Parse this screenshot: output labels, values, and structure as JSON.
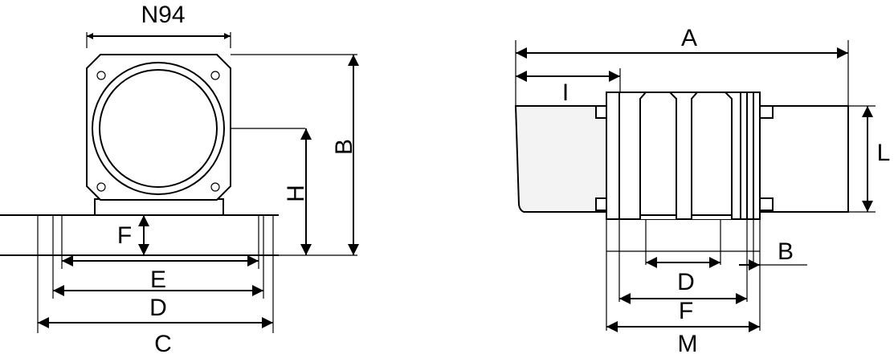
{
  "left_view": {
    "labels": {
      "n94": "N94",
      "b": "B",
      "h": "H",
      "f": "F",
      "e": "E",
      "d": "D",
      "c": "C"
    }
  },
  "right_view": {
    "labels": {
      "a": "A",
      "i": "I",
      "l": "L",
      "b": "B",
      "d": "D",
      "f": "F",
      "m": "M"
    }
  }
}
